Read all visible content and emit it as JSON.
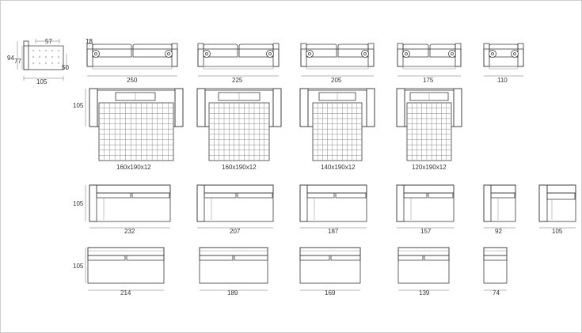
{
  "side_view": {
    "labels": {
      "top_depth": "57",
      "arm_height": "18",
      "total_height": "94",
      "seat_height": "77",
      "seat_depth": "50",
      "depth": "105"
    }
  },
  "rows": {
    "sofas": [
      "250",
      "225",
      "205",
      "175",
      "110"
    ],
    "beds": {
      "height": "105",
      "sizes": [
        "160x190x12",
        "160x190x12",
        "140x190x12",
        "120x190x12"
      ]
    },
    "chaise": {
      "height": "105",
      "widths": [
        "232",
        "207",
        "187",
        "157",
        "92",
        "105"
      ]
    },
    "armless": {
      "height": "105",
      "widths": [
        "214",
        "189",
        "169",
        "139",
        "74"
      ]
    }
  }
}
